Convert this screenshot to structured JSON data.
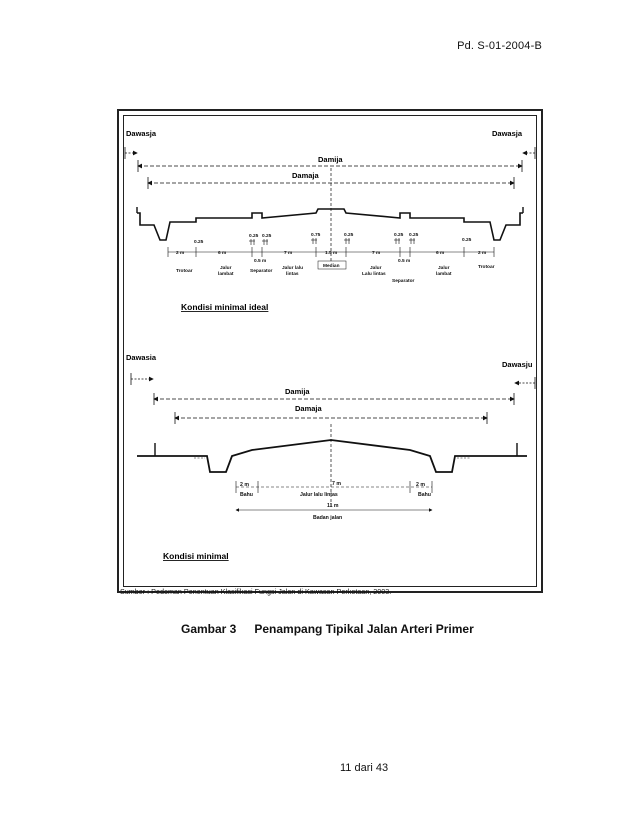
{
  "header": {
    "doc_code": "Pd. S-01-2004-B"
  },
  "figure": {
    "ideal": {
      "dawasja_left": "Dawasja",
      "dawasja_right": "Dawasja",
      "damija": "Damija",
      "damaja": "Damaja",
      "dims": {
        "w_2m_left": "2 m",
        "w_6m_left": "6 m",
        "w_7m_left": "7 m",
        "w_15m": "1.5 m",
        "w_7m_right": "7 m",
        "w_6m_right": "6 m",
        "w_2m_right": "2 m",
        "d025_a": "0.25",
        "d025_b": "0.25",
        "d025_c": "0.25",
        "d075_a": "0.75",
        "d025_d": "0.25",
        "d025_e": "0.25",
        "d025_f": "0.25",
        "d025_g": "0.25",
        "sep_05_left": "0.5 m",
        "sep_05_right": "0.5 m"
      },
      "labels": {
        "trotoar_left": "Trotoar",
        "jalur_lambat_left_1": "Jalur",
        "jalur_lambat_left_2": "lambat",
        "separator_left": "Separator",
        "jalur_lalu_lintas_left_1": "Jalur lalu",
        "jalur_lalu_lintas_left_2": "lintas",
        "median": "Median",
        "jalur_lalu_lintas_right_1": "Jalur",
        "jalur_lalu_lintas_right_2": "Lalu lintas",
        "separator_right": "Separator",
        "jalur_lambat_right_1": "Jalur",
        "jalur_lambat_right_2": "lambat",
        "trotoar_right": "Trotoar"
      },
      "title": "Kondisi minimal ideal"
    },
    "minimal": {
      "dawasja_left": "Dawasia",
      "dawasja_right": "Dawasju",
      "damija": "Damija",
      "damaja": "Damaja",
      "dim_2m_left": "2 m",
      "dim_7m": "7 m",
      "dim_2m_right": "2 m",
      "bahu_left": "Bahu",
      "jalur_lalu_lintas": "Jalur lalu lintas",
      "bahu_right": "Bahu",
      "dim_11m": "11 m",
      "badan_jalan": "Badan jalan",
      "title": "Kondisi minimal"
    }
  },
  "source": "Sumber : Pedoman Penentuan Klasifikasi Fungsi Jalan di Kawasan Perkotaan, 2003.",
  "caption": {
    "number": "Gambar 3",
    "title": "Penampang Tipikal Jalan Arteri Primer"
  },
  "page_number": "11  dari 43"
}
